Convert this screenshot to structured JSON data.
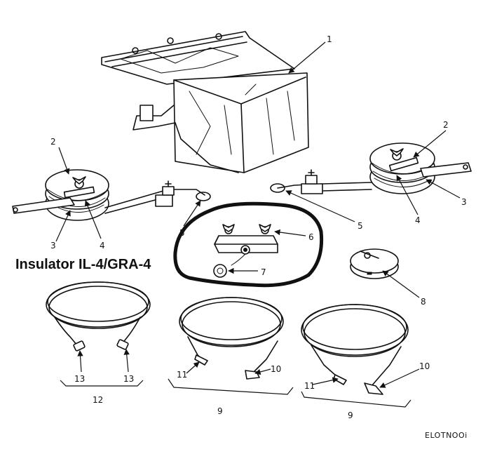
{
  "title": "Insulator IL-4/GRA-4",
  "figure_id": "ELOTNOOi",
  "callouts": [
    "1",
    "2",
    "3",
    "4",
    "5",
    "6",
    "7",
    "8",
    "9",
    "10",
    "11",
    "12",
    "13"
  ]
}
